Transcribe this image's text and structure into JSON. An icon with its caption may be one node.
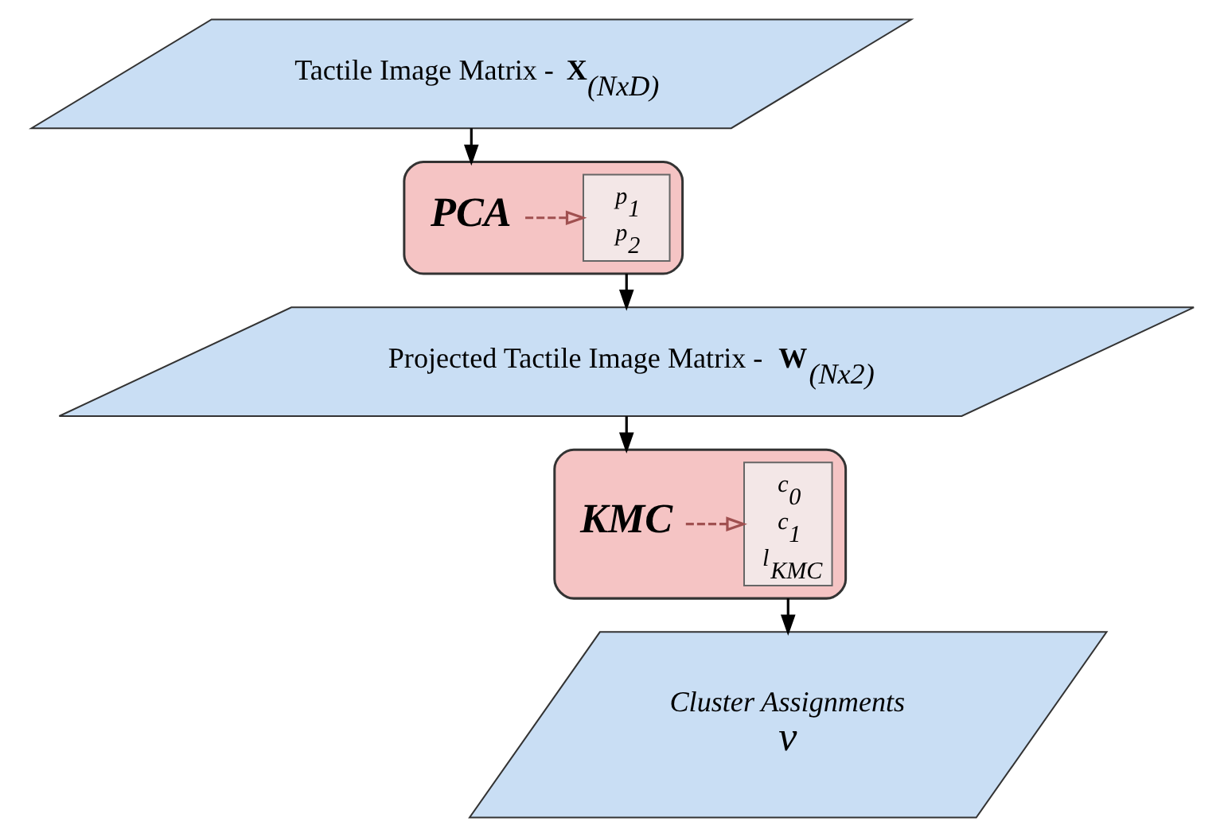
{
  "diagram": {
    "nodes": [
      {
        "text": [
          "Tactile Image Matrix - **X**$_{(NxD)}$"
        ]
      },
      {
        "text": [],
        "shape": "box"
      },
      {
        "text": [
          "PCA"
        ],
        "in": 1
      },
      {
        "text": [
          "p$_{1}$ p$_{2}$"
        ],
        "in": 1
      },
      {
        "text": [
          "Projected Tactile Image Matrix - **W**$_{(Nx2)}$"
        ]
      },
      {
        "text": [],
        "shape": "box"
      },
      {
        "text": [
          "KMC"
        ],
        "in": 5
      },
      {
        "text": [
          "c$_{0}$ c$_{1}$ l$_{KMC}$"
        ],
        "in": 5
      },
      {
        "text": [
          "Cluster Assignments",
          "v"
        ]
      }
    ],
    "edges": [
      {
        "from": 0,
        "to": 1,
        "arrow": "to"
      },
      {
        "from": 2,
        "to": 3,
        "arrow": "to",
        "style": "dashed",
        "color": "#a05050"
      },
      {
        "from": 1,
        "to": 4,
        "arrow": "to"
      },
      {
        "from": 4,
        "to": 5,
        "arrow": "to"
      },
      {
        "from": 6,
        "to": 7,
        "arrow": "to",
        "style": "dashed",
        "color": "#a05050"
      },
      {
        "from": 5,
        "to": 8,
        "arrow": "to"
      }
    ]
  }
}
